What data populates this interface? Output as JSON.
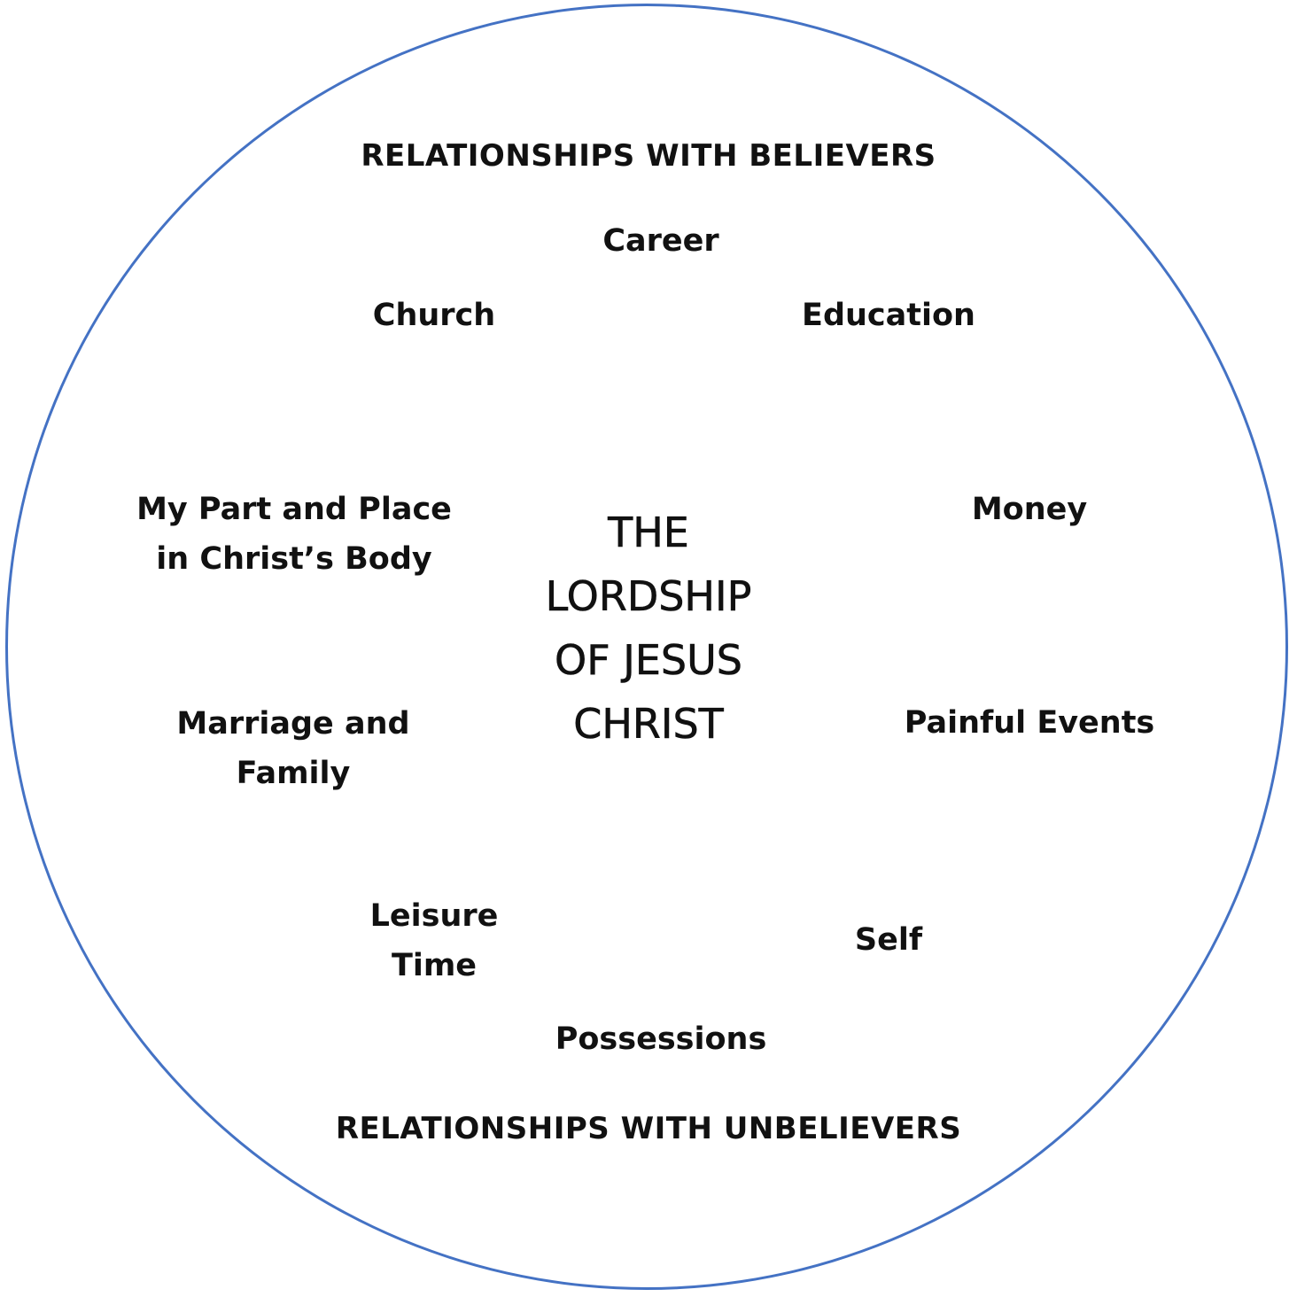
{
  "diagram": {
    "border_color": "#4472c4",
    "text_color": "#111111",
    "center": {
      "lines": [
        "THE",
        "LORDSHIP",
        "OF JESUS",
        "CHRIST"
      ]
    },
    "top_heading": "RELATIONSHIPS WITH BELIEVERS",
    "bottom_heading": "RELATIONSHIPS WITH UNBELIEVERS",
    "areas": {
      "career": "Career",
      "church": "Church",
      "education": "Education",
      "body_part": [
        "My Part and Place",
        "in Christ’s Body"
      ],
      "money": "Money",
      "marriage": [
        "Marriage and",
        "Family"
      ],
      "painful": "Painful Events",
      "leisure": [
        "Leisure",
        "Time"
      ],
      "self": "Self",
      "possessions": "Possessions"
    }
  }
}
